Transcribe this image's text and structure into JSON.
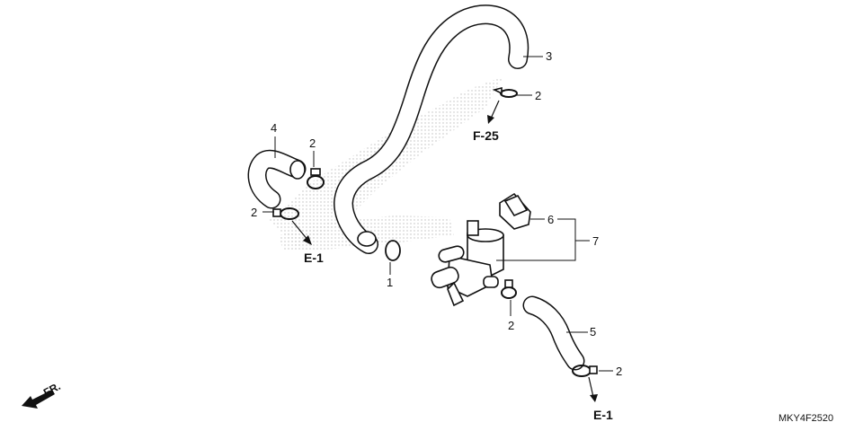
{
  "callouts": {
    "part_1": "1",
    "part_2_top": "2",
    "part_2_left_upper": "2",
    "part_2_left_lower": "2",
    "part_2_mid": "2",
    "part_2_bottom": "2",
    "part_3": "3",
    "part_4": "4",
    "part_5": "5",
    "part_6": "6",
    "part_7": "7"
  },
  "references": {
    "f25": "F-25",
    "e1_left": "E-1",
    "e1_bottom": "E-1"
  },
  "direction_label": "FR.",
  "diagram_code": "MKY4F2520",
  "colors": {
    "ink": "#111111",
    "watermark": "#b8b8b8",
    "background": "#ffffff"
  }
}
